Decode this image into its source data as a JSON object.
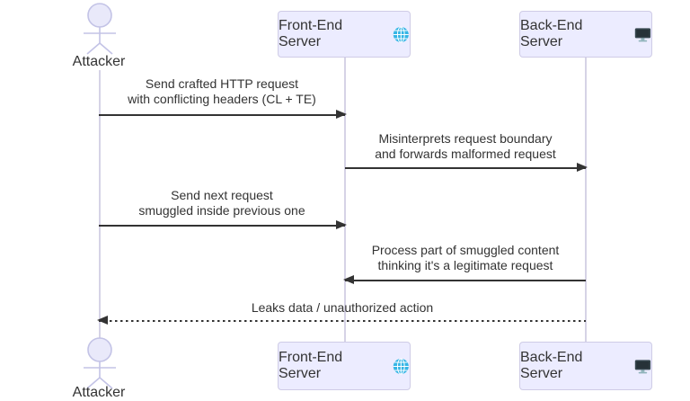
{
  "diagram": {
    "type": "sequence",
    "colors": {
      "background": "#ffffff",
      "participant_fill": "#ECECFF",
      "participant_border": "#cfcce6",
      "lifeline": "#d6d3e6",
      "arrow": "#333333",
      "text": "#333333",
      "globe_icon": "#35b5e5",
      "monitor_screen": "#37474f",
      "monitor_stand": "#8fb3ba"
    },
    "actors": {
      "attacker": {
        "label": "Attacker",
        "kind": "actor"
      },
      "frontend": {
        "label": "Front-End Server",
        "icon": "globe-icon"
      },
      "backend": {
        "label": "Back-End Server",
        "icon": "monitor-icon"
      }
    },
    "messages": [
      {
        "from": "Attacker",
        "to": "Front-End Server",
        "line_style": "solid",
        "lines": [
          "Send crafted HTTP request",
          "with conflicting headers (CL + TE)"
        ]
      },
      {
        "from": "Front-End Server",
        "to": "Back-End Server",
        "line_style": "solid",
        "lines": [
          "Misinterprets request boundary",
          "and forwards malformed request"
        ]
      },
      {
        "from": "Attacker",
        "to": "Front-End Server",
        "line_style": "solid",
        "lines": [
          "Send next request",
          "smuggled inside previous one"
        ]
      },
      {
        "from": "Back-End Server",
        "to": "Front-End Server",
        "line_style": "solid",
        "lines": [
          "Process part of smuggled content",
          "thinking it's a legitimate request"
        ]
      },
      {
        "from": "Back-End Server",
        "to": "Attacker",
        "line_style": "dotted",
        "lines": [
          "Leaks data / unauthorized action"
        ]
      }
    ]
  }
}
